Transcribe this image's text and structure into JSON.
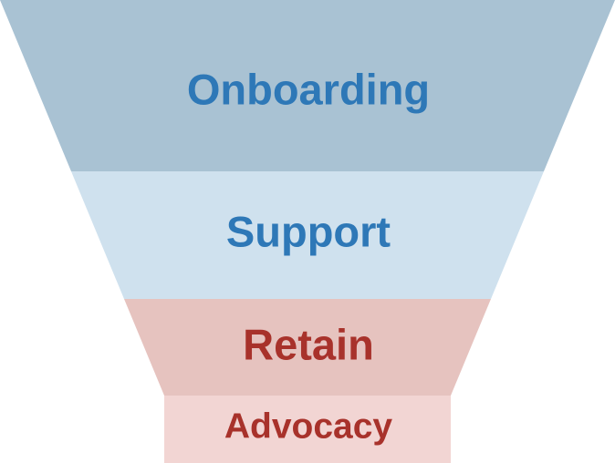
{
  "funnel": {
    "stages": [
      {
        "label": "Onboarding",
        "fill": "#a9c2d3",
        "text_color": "#2e78b7"
      },
      {
        "label": "Support",
        "fill": "#cfe1ee",
        "text_color": "#2e78b7"
      },
      {
        "label": "Retain",
        "fill": "#e6c3bf",
        "text_color": "#a8322b"
      },
      {
        "label": "Advocacy",
        "fill": "#f2d5d3",
        "text_color": "#a8322b"
      }
    ]
  }
}
